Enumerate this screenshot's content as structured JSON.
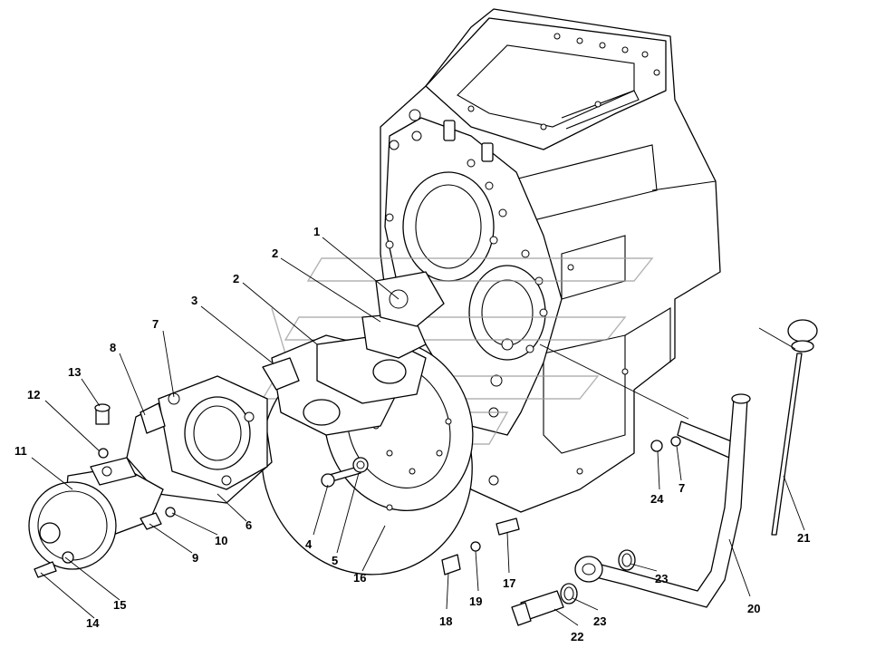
{
  "diagram": {
    "callouts": [
      {
        "id": "c1",
        "label": "1"
      },
      {
        "id": "c2a",
        "label": "2"
      },
      {
        "id": "c2b",
        "label": "2"
      },
      {
        "id": "c3",
        "label": "3"
      },
      {
        "id": "c4",
        "label": "4"
      },
      {
        "id": "c5",
        "label": "5"
      },
      {
        "id": "c6",
        "label": "6"
      },
      {
        "id": "c7a",
        "label": "7"
      },
      {
        "id": "c7b",
        "label": "7"
      },
      {
        "id": "c8",
        "label": "8"
      },
      {
        "id": "c9",
        "label": "9"
      },
      {
        "id": "c10",
        "label": "10"
      },
      {
        "id": "c11",
        "label": "11"
      },
      {
        "id": "c12",
        "label": "12"
      },
      {
        "id": "c13",
        "label": "13"
      },
      {
        "id": "c14",
        "label": "14"
      },
      {
        "id": "c15",
        "label": "15"
      },
      {
        "id": "c16",
        "label": "16"
      },
      {
        "id": "c17",
        "label": "17"
      },
      {
        "id": "c18",
        "label": "18"
      },
      {
        "id": "c19",
        "label": "19"
      },
      {
        "id": "c20",
        "label": "20"
      },
      {
        "id": "c21",
        "label": "21"
      },
      {
        "id": "c22",
        "label": "22"
      },
      {
        "id": "c23a",
        "label": "23"
      },
      {
        "id": "c23b",
        "label": "23"
      },
      {
        "id": "c24",
        "label": "24"
      }
    ]
  }
}
